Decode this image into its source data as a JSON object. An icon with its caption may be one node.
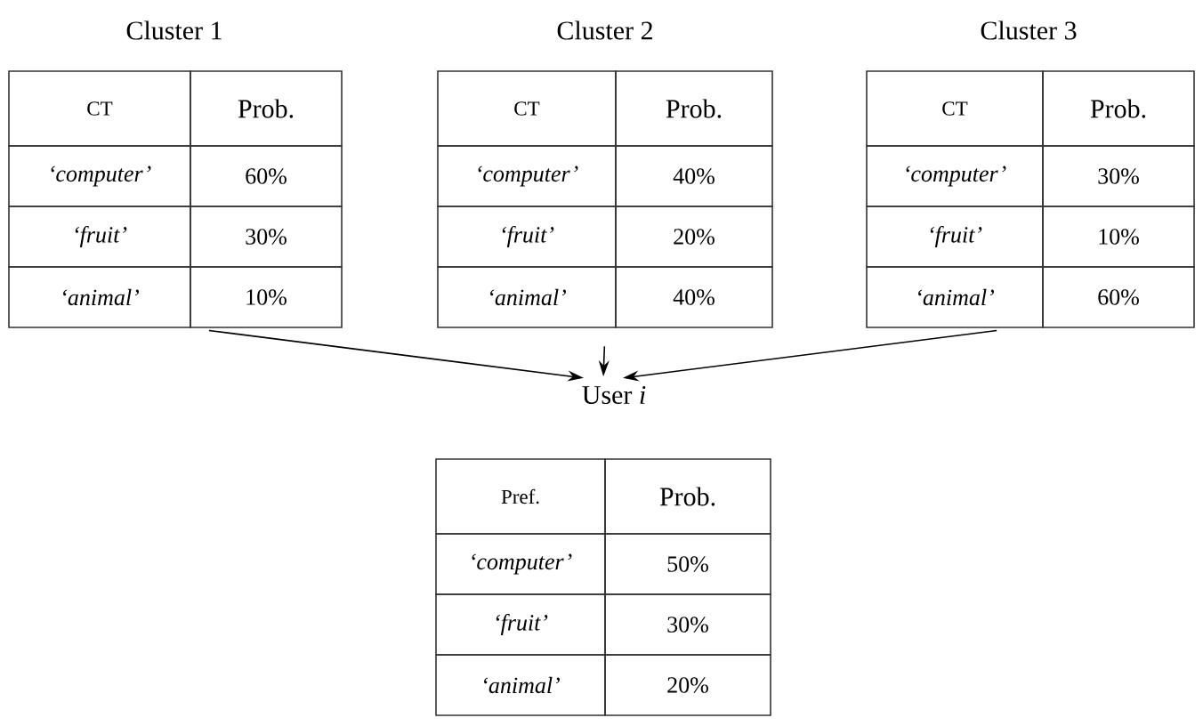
{
  "diagram": {
    "nodes": [
      {
        "text": [
          "Cluster 1",
          "CT",
          "Prob.",
          "‘computer’",
          "60%",
          "‘fruit’",
          "30%",
          "‘animal’",
          "10%"
        ]
      },
      {
        "text": [
          "Cluster 2",
          "CT",
          "Prob.",
          "‘computer’",
          "40%",
          "‘fruit’",
          "20%",
          "‘animal’",
          "40%"
        ]
      },
      {
        "text": [
          "Cluster 3",
          "CT",
          "Prob.",
          "‘computer’",
          "30%",
          "‘fruit’",
          "10%",
          "‘animal’",
          "60%"
        ]
      },
      {
        "text": [
          "User *i*",
          "Pref.",
          "Prob.",
          "‘computer’",
          "50%",
          "‘fruit’",
          "30%",
          "‘animal’",
          "20%"
        ]
      }
    ],
    "edges": [
      {
        "from": 0,
        "to": 3,
        "arrow": "to"
      },
      {
        "from": 1,
        "to": 3,
        "arrow": "to"
      },
      {
        "from": 2,
        "to": 3,
        "arrow": "to"
      }
    ]
  }
}
